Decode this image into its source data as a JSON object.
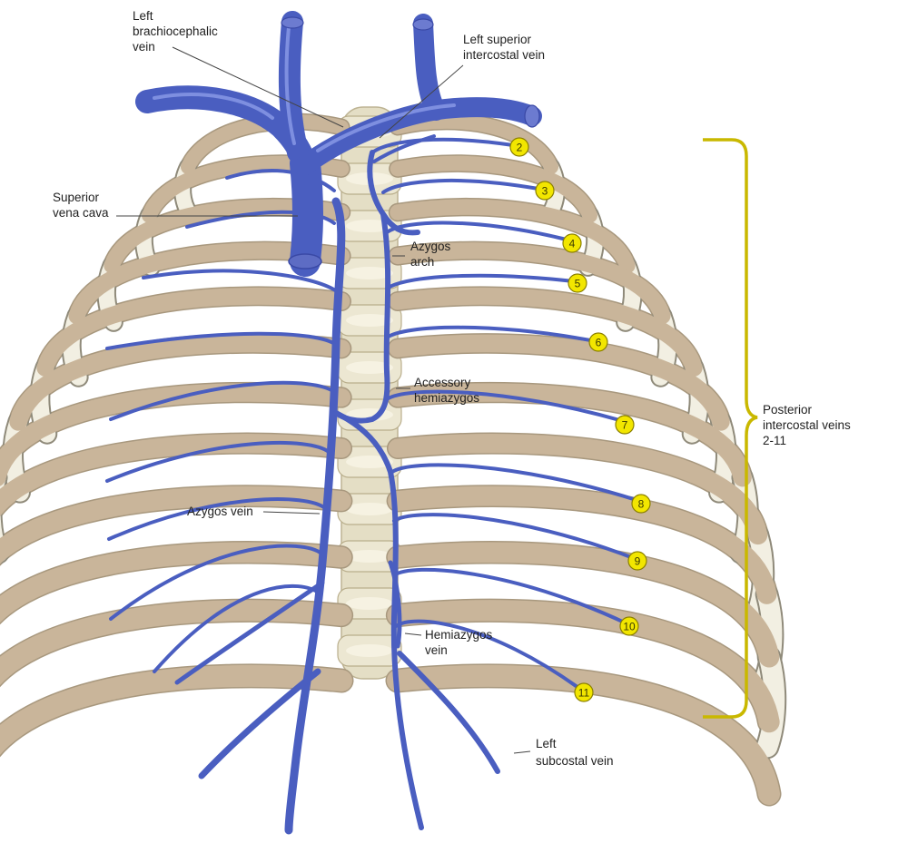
{
  "labels": {
    "left_brachiocephalic": [
      "Left",
      "brachiocephalic",
      "vein"
    ],
    "left_superior_intercostal": [
      "Left superior",
      "intercostal vein"
    ],
    "superior_vena_cava": [
      "Superior",
      "vena cava"
    ],
    "azygos_arch": [
      "Azygos",
      "arch"
    ],
    "accessory_hemiazygos": [
      "Accessory",
      "hemiazygos"
    ],
    "azygos_vein": [
      "Azygos vein"
    ],
    "hemiazygos_vein": [
      "Hemiazygos",
      "vein"
    ],
    "left_subcostal": [
      "Left",
      "subcostal vein"
    ],
    "posterior_intercostal": [
      "Posterior",
      "intercostal veins",
      "2-11"
    ]
  },
  "rib_numbers": [
    "2",
    "3",
    "4",
    "5",
    "6",
    "7",
    "8",
    "9",
    "10",
    "11"
  ],
  "colors": {
    "vein": "#4a5ec0",
    "rib": "#c9b59a",
    "cartilage": "#f2efe2",
    "vertebra": "#ece7d2",
    "badge": "#f2e600",
    "bracket": "#c9b800"
  }
}
